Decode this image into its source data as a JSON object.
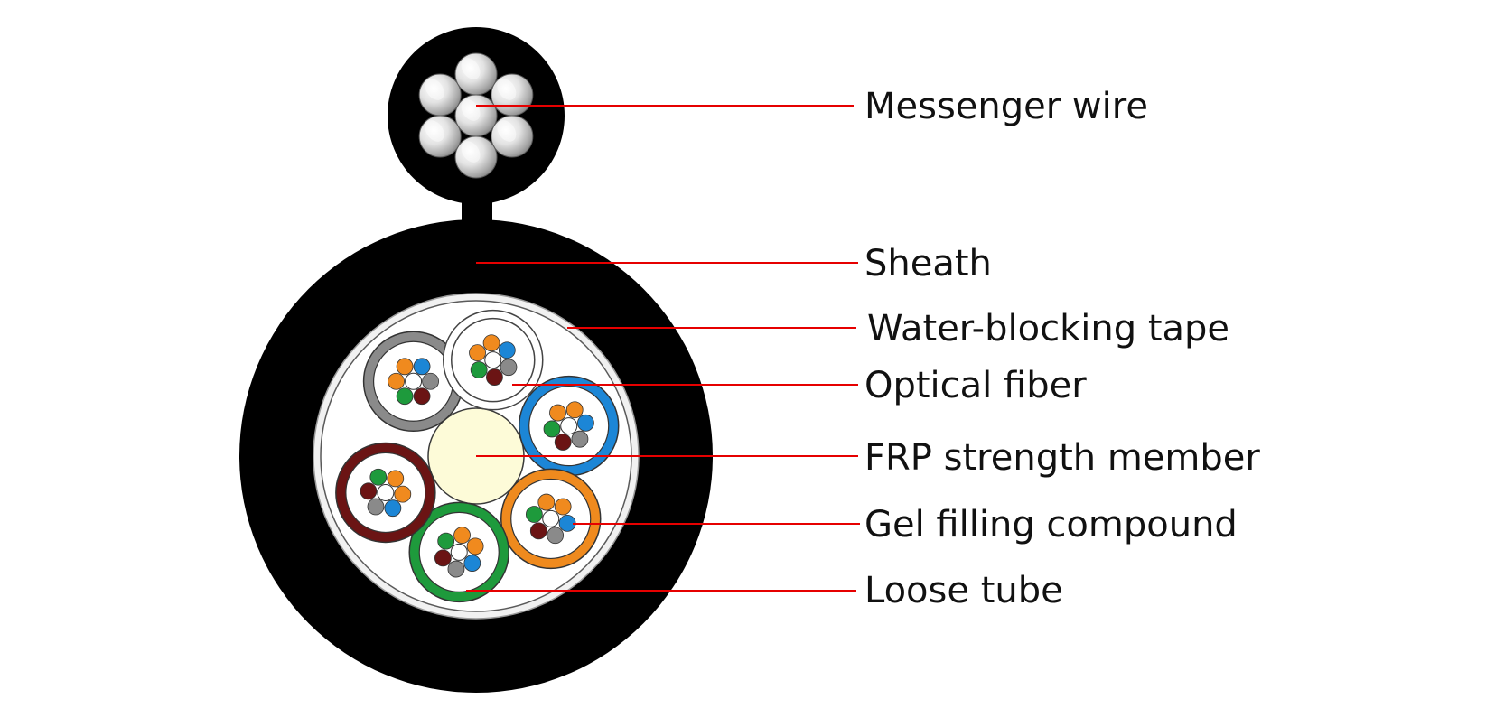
{
  "labels": {
    "messenger_wire": "Messenger wire",
    "sheath": "Sheath",
    "water_blocking_tape": "Water-blocking tape",
    "optical_fiber": "Optical fiber",
    "frp_strength_member": "FRP strength member",
    "gel_filling_compound": "Gel filling compound",
    "loose_tube": "Loose tube"
  },
  "colors": {
    "leader_line": "#e60000",
    "sheath": "#000000",
    "tape": "#f1f1f1",
    "frp": "#fdfbd8",
    "tube_colors": [
      "#8a8a8a",
      "#ffffff",
      "#1c86d6",
      "#ef8a1e",
      "#1e9a3c",
      "#6b1414"
    ],
    "fiber_colors": [
      "#f08a1e",
      "#1c86d6",
      "#8a8a8a",
      "#6b1414",
      "#1e9a3c",
      "#ffffff"
    ]
  }
}
